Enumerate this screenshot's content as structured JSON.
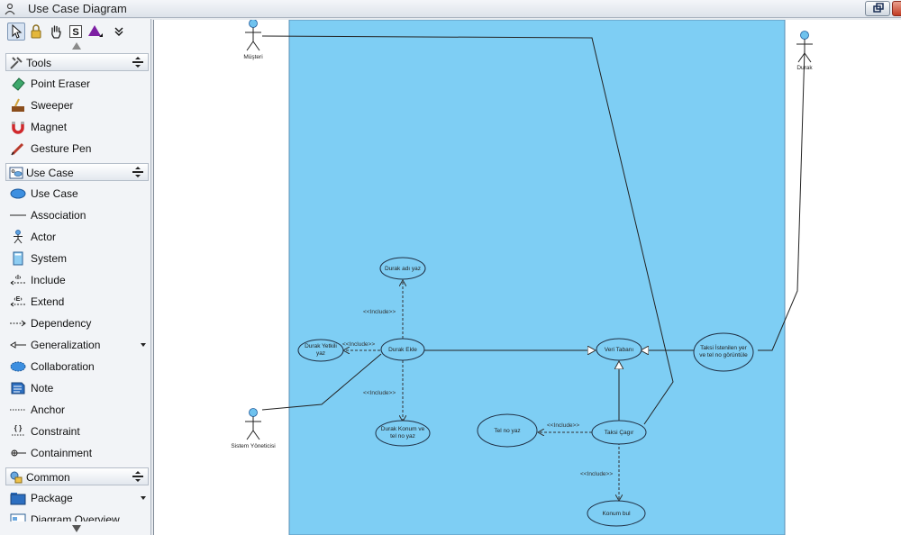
{
  "window": {
    "title": "Use Case Diagram"
  },
  "toolbar": {
    "buttons": [
      {
        "name": "select-tool",
        "icon": "cursor-icon"
      },
      {
        "name": "lock-tool",
        "icon": "lock-icon"
      },
      {
        "name": "hand-tool",
        "icon": "hand-icon"
      },
      {
        "name": "sticky-tool",
        "icon": "s-icon",
        "text": "S"
      },
      {
        "name": "shape-tool",
        "icon": "triangle-icon"
      },
      {
        "name": "more-tool",
        "icon": "double-chevron-down-icon",
        "text": "»"
      }
    ]
  },
  "palette": {
    "sections": [
      {
        "label": "Tools",
        "icon": "tools-icon",
        "items": [
          {
            "label": "Point Eraser",
            "icon": "eraser-icon"
          },
          {
            "label": "Sweeper",
            "icon": "sweeper-icon"
          },
          {
            "label": "Magnet",
            "icon": "magnet-icon"
          },
          {
            "label": "Gesture Pen",
            "icon": "pen-icon"
          }
        ]
      },
      {
        "label": "Use Case",
        "icon": "use-case-section-icon",
        "items": [
          {
            "label": "Use Case",
            "icon": "ellipse-icon"
          },
          {
            "label": "Association",
            "icon": "line-icon"
          },
          {
            "label": "Actor",
            "icon": "actor-icon"
          },
          {
            "label": "System",
            "icon": "system-icon"
          },
          {
            "label": "Include",
            "icon": "include-icon"
          },
          {
            "label": "Extend",
            "icon": "extend-icon"
          },
          {
            "label": "Dependency",
            "icon": "dashed-arrow-icon"
          },
          {
            "label": "Generalization",
            "icon": "generalization-icon",
            "dropdown": true
          },
          {
            "label": "Collaboration",
            "icon": "collaboration-icon"
          },
          {
            "label": "Note",
            "icon": "note-icon"
          },
          {
            "label": "Anchor",
            "icon": "dotted-line-icon"
          },
          {
            "label": "Constraint",
            "icon": "constraint-icon"
          },
          {
            "label": "Containment",
            "icon": "containment-icon"
          }
        ]
      },
      {
        "label": "Common",
        "icon": "common-section-icon",
        "items": [
          {
            "label": "Package",
            "icon": "package-icon",
            "dropdown": true
          },
          {
            "label": "Diagram Overview",
            "icon": "diagram-overview-icon"
          }
        ]
      }
    ]
  },
  "diagram": {
    "system_fill": "#7ecef4",
    "actors": [
      {
        "id": "musteri",
        "name": "Müşteri"
      },
      {
        "id": "durak",
        "name": "Durak"
      },
      {
        "id": "sistem",
        "name": "Sistem Yöneticisi"
      }
    ],
    "use_cases": [
      {
        "id": "durak_adi",
        "lines": [
          "Durak adı yaz"
        ]
      },
      {
        "id": "durak_yetkili",
        "lines": [
          "Durak Yetkili",
          "yaz"
        ]
      },
      {
        "id": "durak_ekle",
        "lines": [
          "Durak Ekle"
        ]
      },
      {
        "id": "durak_konum",
        "lines": [
          "Durak Konum ve",
          "tel no yaz"
        ]
      },
      {
        "id": "veri_tabani",
        "lines": [
          "Veri Tabanı"
        ]
      },
      {
        "id": "taksi_istenilen",
        "lines": [
          "Taksi İstenilen yer",
          "ve tel no görüntüle"
        ]
      },
      {
        "id": "tel_no",
        "lines": [
          "Tel no yaz"
        ]
      },
      {
        "id": "taksi_cagir",
        "lines": [
          "Taksi Çagır"
        ]
      },
      {
        "id": "konum_bul",
        "lines": [
          "Konum bul"
        ]
      }
    ],
    "includes": [
      {
        "from": "durak_ekle",
        "to": "durak_adi",
        "label": "<<Include>>"
      },
      {
        "from": "durak_ekle",
        "to": "durak_yetkili",
        "label": "<<Include>>"
      },
      {
        "from": "durak_ekle",
        "to": "durak_konum",
        "label": "<<Include>>"
      },
      {
        "from": "taksi_cagir",
        "to": "tel_no",
        "label": "<<Include>>"
      },
      {
        "from": "taksi_cagir",
        "to": "konum_bul",
        "label": "<<Include>>"
      }
    ],
    "generalizations": [
      {
        "from": "durak_ekle",
        "to": "veri_tabani"
      },
      {
        "from": "taksi_istenilen",
        "to": "veri_tabani"
      },
      {
        "from": "taksi_cagir",
        "to": "veri_tabani"
      }
    ],
    "associations": [
      {
        "from": "musteri",
        "to": "taksi_cagir"
      },
      {
        "from": "durak",
        "to": "taksi_istenilen"
      },
      {
        "from": "sistem",
        "to": "durak_ekle"
      }
    ]
  }
}
